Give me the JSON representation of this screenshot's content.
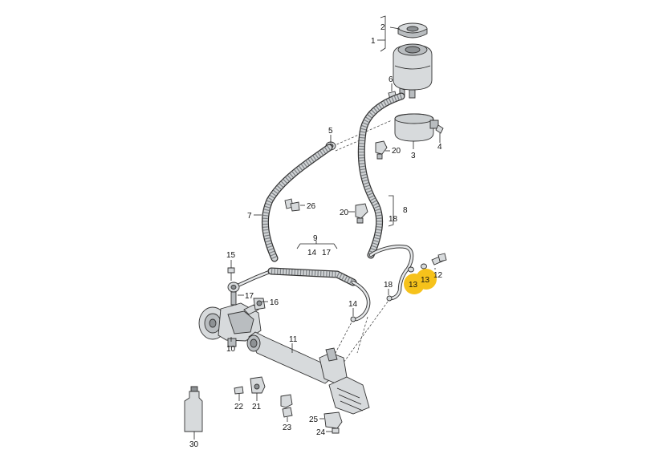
{
  "labels": {
    "l1": "1",
    "l2": "2",
    "l3": "3",
    "l4": "4",
    "l5": "5",
    "l6": "6",
    "l7": "7",
    "l8": "8",
    "l9": "9",
    "l10": "10",
    "l11": "11",
    "l12": "12",
    "l13a": "13",
    "l13b": "13",
    "l14a": "14",
    "l14b": "14",
    "l15": "15",
    "l16": "16",
    "l17a": "17",
    "l17b": "17",
    "l18a": "18",
    "l18b": "18",
    "l20a": "20",
    "l20b": "20",
    "l21": "21",
    "l22": "22",
    "l23": "23",
    "l24": "24",
    "l25": "25",
    "l26": "26",
    "l30": "30"
  },
  "colors": {
    "highlight": "#f6c21b"
  }
}
